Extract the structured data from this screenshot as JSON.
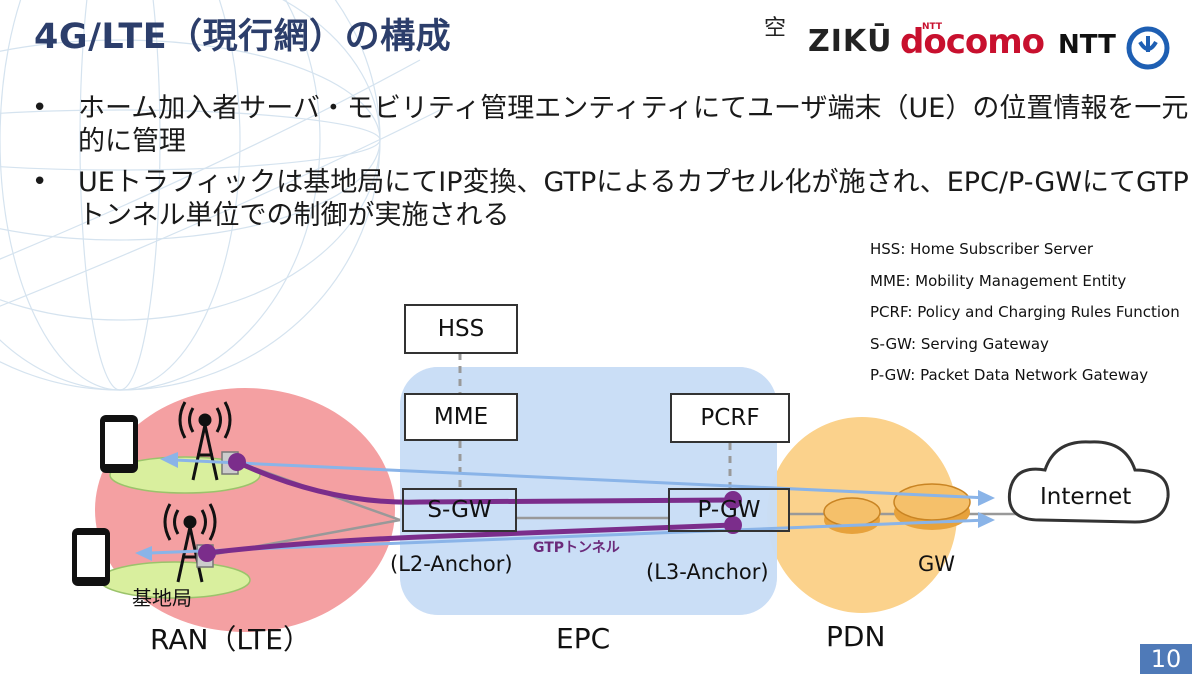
{
  "title": "4G/LTE（現行網）の構成",
  "logos": {
    "kuu_kanji": "空",
    "ziku": "ZIKŪ",
    "ntt_small": "NTT",
    "docomo": "docomo",
    "ntt": "NTT"
  },
  "bullets": [
    "ホーム加入者サーバ・モビリティ管理エンティティにてユーザ端末（UE）の位置情報を一元的に管理",
    "UEトラフィックは基地局にてIP変換、GTPによるカプセル化が施され、EPC/P-GWにてGTPトンネル単位での制御が実施される"
  ],
  "legend": [
    "HSS: Home Subscriber Server",
    "MME: Mobility Management Entity",
    "PCRF: Policy and Charging Rules Function",
    "S-GW: Serving Gateway",
    "P-GW: Packet Data Network Gateway"
  ],
  "diagram": {
    "nodes": {
      "hss": "HSS",
      "mme": "MME",
      "pcrf": "PCRF",
      "sgw": "S-GW",
      "pgw": "P-GW",
      "internet": "Internet"
    },
    "labels": {
      "sgw_anchor": "(L2-Anchor)",
      "pgw_anchor": "(L3-Anchor)",
      "gtp_tunnel": "GTPトンネル",
      "base_station": "基地局",
      "gw": "GW"
    },
    "regions": {
      "ran": "RAN（LTE）",
      "epc": "EPC",
      "pdn": "PDN"
    },
    "colors": {
      "ran": "#f4a0a2",
      "epc": "#c9ddf5",
      "pdn": "#fbd28c",
      "tunnel": "#7b2d8b",
      "flow": "#8ab4e8"
    }
  },
  "page_number": "10"
}
